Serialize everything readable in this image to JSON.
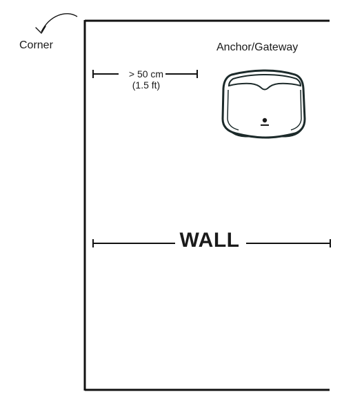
{
  "labels": {
    "corner": "Corner",
    "anchor": "Anchor/Gateway",
    "distance_primary": "> 50 cm",
    "distance_secondary": "(1.5 ft)",
    "wall": "WALL"
  },
  "colors": {
    "line": "#111111",
    "device_outline": "#1c2a2a",
    "device_body": "#ffffff",
    "device_logo": "#1a1a1a"
  },
  "icons": {
    "corner_pointer": "curved-arrow-icon",
    "device": "anchor-gateway-device-icon"
  }
}
